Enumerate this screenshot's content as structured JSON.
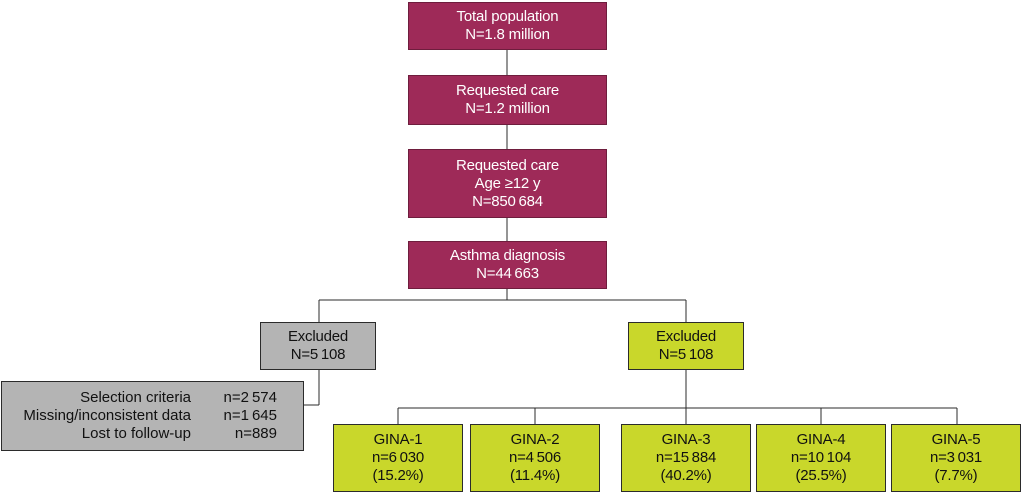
{
  "top_boxes": [
    {
      "lines": [
        "Total population",
        "N=1.8 million"
      ]
    },
    {
      "lines": [
        "Requested care",
        "N=1.2 million"
      ]
    },
    {
      "lines": [
        "Requested care",
        "Age ≥12 y",
        "N=850 684"
      ]
    },
    {
      "lines": [
        "Asthma diagnosis",
        "N=44 663"
      ]
    }
  ],
  "excluded_left": {
    "lines": [
      "Excluded",
      "N=5 108"
    ]
  },
  "excluded_right": {
    "lines": [
      "Excluded",
      "N=5 108"
    ]
  },
  "exclusion_details": [
    {
      "label": "Selection criteria",
      "value": "n=2 574"
    },
    {
      "label": "Missing/inconsistent data",
      "value": "n=1 645"
    },
    {
      "label": "Lost to follow-up",
      "value": "n=889"
    }
  ],
  "gina_boxes": [
    {
      "lines": [
        "GINA-1",
        "n=6 030",
        "(15.2%)"
      ]
    },
    {
      "lines": [
        "GINA-2",
        "n=4 506",
        "(11.4%)"
      ]
    },
    {
      "lines": [
        "GINA-3",
        "n=15 884",
        "(40.2%)"
      ]
    },
    {
      "lines": [
        "GINA-4",
        "n=10 104",
        "(25.5%)"
      ]
    },
    {
      "lines": [
        "GINA-5",
        "n=3 031",
        "(7.7%)"
      ]
    }
  ],
  "colors": {
    "primary": "#9e2a58",
    "excluded": "#b4b4b4",
    "gina": "#c9d72b",
    "line": "#2b2b2b"
  }
}
